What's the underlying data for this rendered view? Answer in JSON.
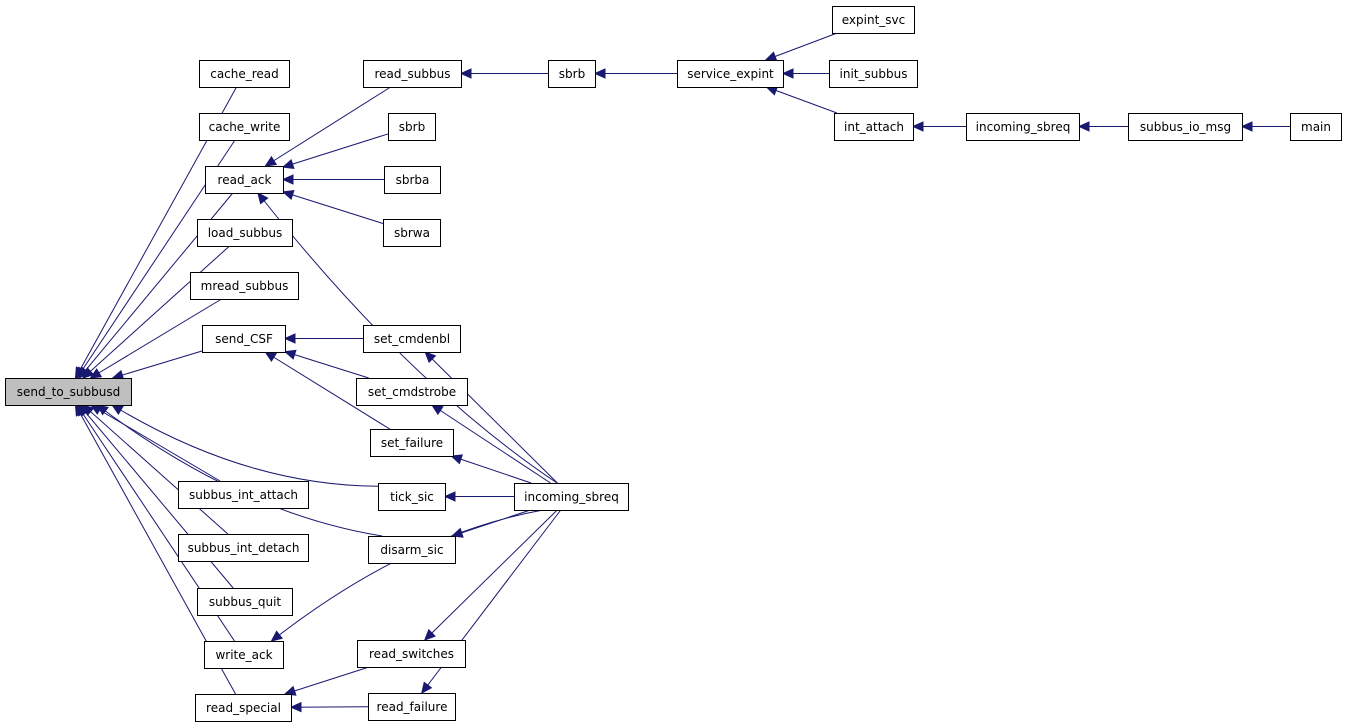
{
  "graph": {
    "root": "send_to_subbusd",
    "nodes": [
      {
        "id": "send_to_subbusd",
        "label": "send_to_subbusd",
        "root": true
      },
      {
        "id": "cache_read",
        "label": "cache_read"
      },
      {
        "id": "cache_write",
        "label": "cache_write"
      },
      {
        "id": "read_ack",
        "label": "read_ack"
      },
      {
        "id": "load_subbus",
        "label": "load_subbus"
      },
      {
        "id": "mread_subbus",
        "label": "mread_subbus"
      },
      {
        "id": "send_CSF",
        "label": "send_CSF"
      },
      {
        "id": "subbus_int_attach",
        "label": "subbus_int_attach"
      },
      {
        "id": "subbus_int_detach",
        "label": "subbus_int_detach"
      },
      {
        "id": "subbus_quit",
        "label": "subbus_quit"
      },
      {
        "id": "write_ack",
        "label": "write_ack"
      },
      {
        "id": "read_special",
        "label": "read_special"
      },
      {
        "id": "read_subbus",
        "label": "read_subbus"
      },
      {
        "id": "sbrb_a",
        "label": "sbrb"
      },
      {
        "id": "sbrb_b",
        "label": "sbrb"
      },
      {
        "id": "sbrba",
        "label": "sbrba"
      },
      {
        "id": "sbrwa",
        "label": "sbrwa"
      },
      {
        "id": "set_cmdenbl",
        "label": "set_cmdenbl"
      },
      {
        "id": "set_cmdstrobe",
        "label": "set_cmdstrobe"
      },
      {
        "id": "set_failure",
        "label": "set_failure"
      },
      {
        "id": "tick_sic",
        "label": "tick_sic"
      },
      {
        "id": "disarm_sic",
        "label": "disarm_sic"
      },
      {
        "id": "read_switches",
        "label": "read_switches"
      },
      {
        "id": "read_failure",
        "label": "read_failure"
      },
      {
        "id": "incoming_sbreq_a",
        "label": "incoming_sbreq"
      },
      {
        "id": "service_expint",
        "label": "service_expint"
      },
      {
        "id": "expint_svc",
        "label": "expint_svc"
      },
      {
        "id": "init_subbus",
        "label": "init_subbus"
      },
      {
        "id": "int_attach",
        "label": "int_attach"
      },
      {
        "id": "incoming_sbreq_b",
        "label": "incoming_sbreq"
      },
      {
        "id": "subbus_io_msg",
        "label": "subbus_io_msg"
      },
      {
        "id": "main",
        "label": "main"
      }
    ],
    "edges": [
      {
        "from": "cache_read",
        "to": "send_to_subbusd"
      },
      {
        "from": "cache_write",
        "to": "send_to_subbusd"
      },
      {
        "from": "read_ack",
        "to": "send_to_subbusd"
      },
      {
        "from": "load_subbus",
        "to": "send_to_subbusd"
      },
      {
        "from": "mread_subbus",
        "to": "send_to_subbusd"
      },
      {
        "from": "send_CSF",
        "to": "send_to_subbusd"
      },
      {
        "from": "tick_sic",
        "to": "send_to_subbusd"
      },
      {
        "from": "disarm_sic",
        "to": "send_to_subbusd"
      },
      {
        "from": "subbus_int_attach",
        "to": "send_to_subbusd"
      },
      {
        "from": "subbus_int_detach",
        "to": "send_to_subbusd"
      },
      {
        "from": "subbus_quit",
        "to": "send_to_subbusd"
      },
      {
        "from": "write_ack",
        "to": "send_to_subbusd"
      },
      {
        "from": "read_special",
        "to": "send_to_subbusd"
      },
      {
        "from": "read_subbus",
        "to": "read_ack"
      },
      {
        "from": "sbrb_b",
        "to": "read_ack"
      },
      {
        "from": "sbrba",
        "to": "read_ack"
      },
      {
        "from": "sbrwa",
        "to": "read_ack"
      },
      {
        "from": "incoming_sbreq_a",
        "to": "read_ack"
      },
      {
        "from": "set_cmdenbl",
        "to": "send_CSF"
      },
      {
        "from": "set_cmdstrobe",
        "to": "send_CSF"
      },
      {
        "from": "set_failure",
        "to": "send_CSF"
      },
      {
        "from": "incoming_sbreq_a",
        "to": "set_cmdenbl"
      },
      {
        "from": "incoming_sbreq_a",
        "to": "set_cmdstrobe"
      },
      {
        "from": "incoming_sbreq_a",
        "to": "set_failure"
      },
      {
        "from": "incoming_sbreq_a",
        "to": "tick_sic"
      },
      {
        "from": "incoming_sbreq_a",
        "to": "disarm_sic"
      },
      {
        "from": "incoming_sbreq_a",
        "to": "write_ack"
      },
      {
        "from": "incoming_sbreq_a",
        "to": "read_switches"
      },
      {
        "from": "incoming_sbreq_a",
        "to": "read_failure"
      },
      {
        "from": "read_switches",
        "to": "read_special"
      },
      {
        "from": "read_failure",
        "to": "read_special"
      },
      {
        "from": "sbrb_a",
        "to": "read_subbus"
      },
      {
        "from": "service_expint",
        "to": "sbrb_a"
      },
      {
        "from": "expint_svc",
        "to": "service_expint"
      },
      {
        "from": "init_subbus",
        "to": "service_expint"
      },
      {
        "from": "int_attach",
        "to": "service_expint"
      },
      {
        "from": "incoming_sbreq_b",
        "to": "int_attach"
      },
      {
        "from": "subbus_io_msg",
        "to": "incoming_sbreq_b"
      },
      {
        "from": "main",
        "to": "subbus_io_msg"
      }
    ]
  }
}
